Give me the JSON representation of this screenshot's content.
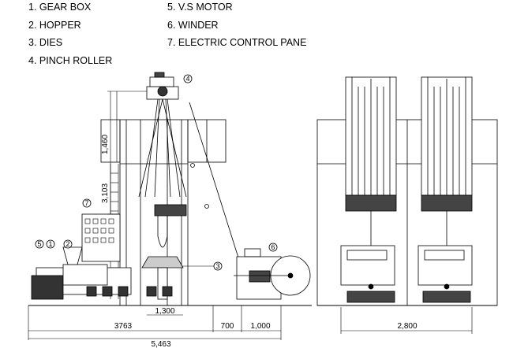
{
  "legend": {
    "col1": [
      "1. GEAR BOX",
      "2. HOPPER",
      "3. DIES",
      "4. PINCH ROLLER"
    ],
    "col2": [
      "5. V.S MOTOR",
      "6. WINDER",
      "7. ELECTRIC CONTROL PANE"
    ]
  },
  "callouts": {
    "c1": "1",
    "c2": "2",
    "c3": "3",
    "c4": "4",
    "c5": "5",
    "c6": "6",
    "c7": "7"
  },
  "dimensions": {
    "h1460": "1,460",
    "h3103": "3,103",
    "w1300": "1,300",
    "w3763": "3763",
    "w700": "700",
    "w1000": "1,000",
    "w5463": "5,463",
    "w2800": "2,800"
  }
}
